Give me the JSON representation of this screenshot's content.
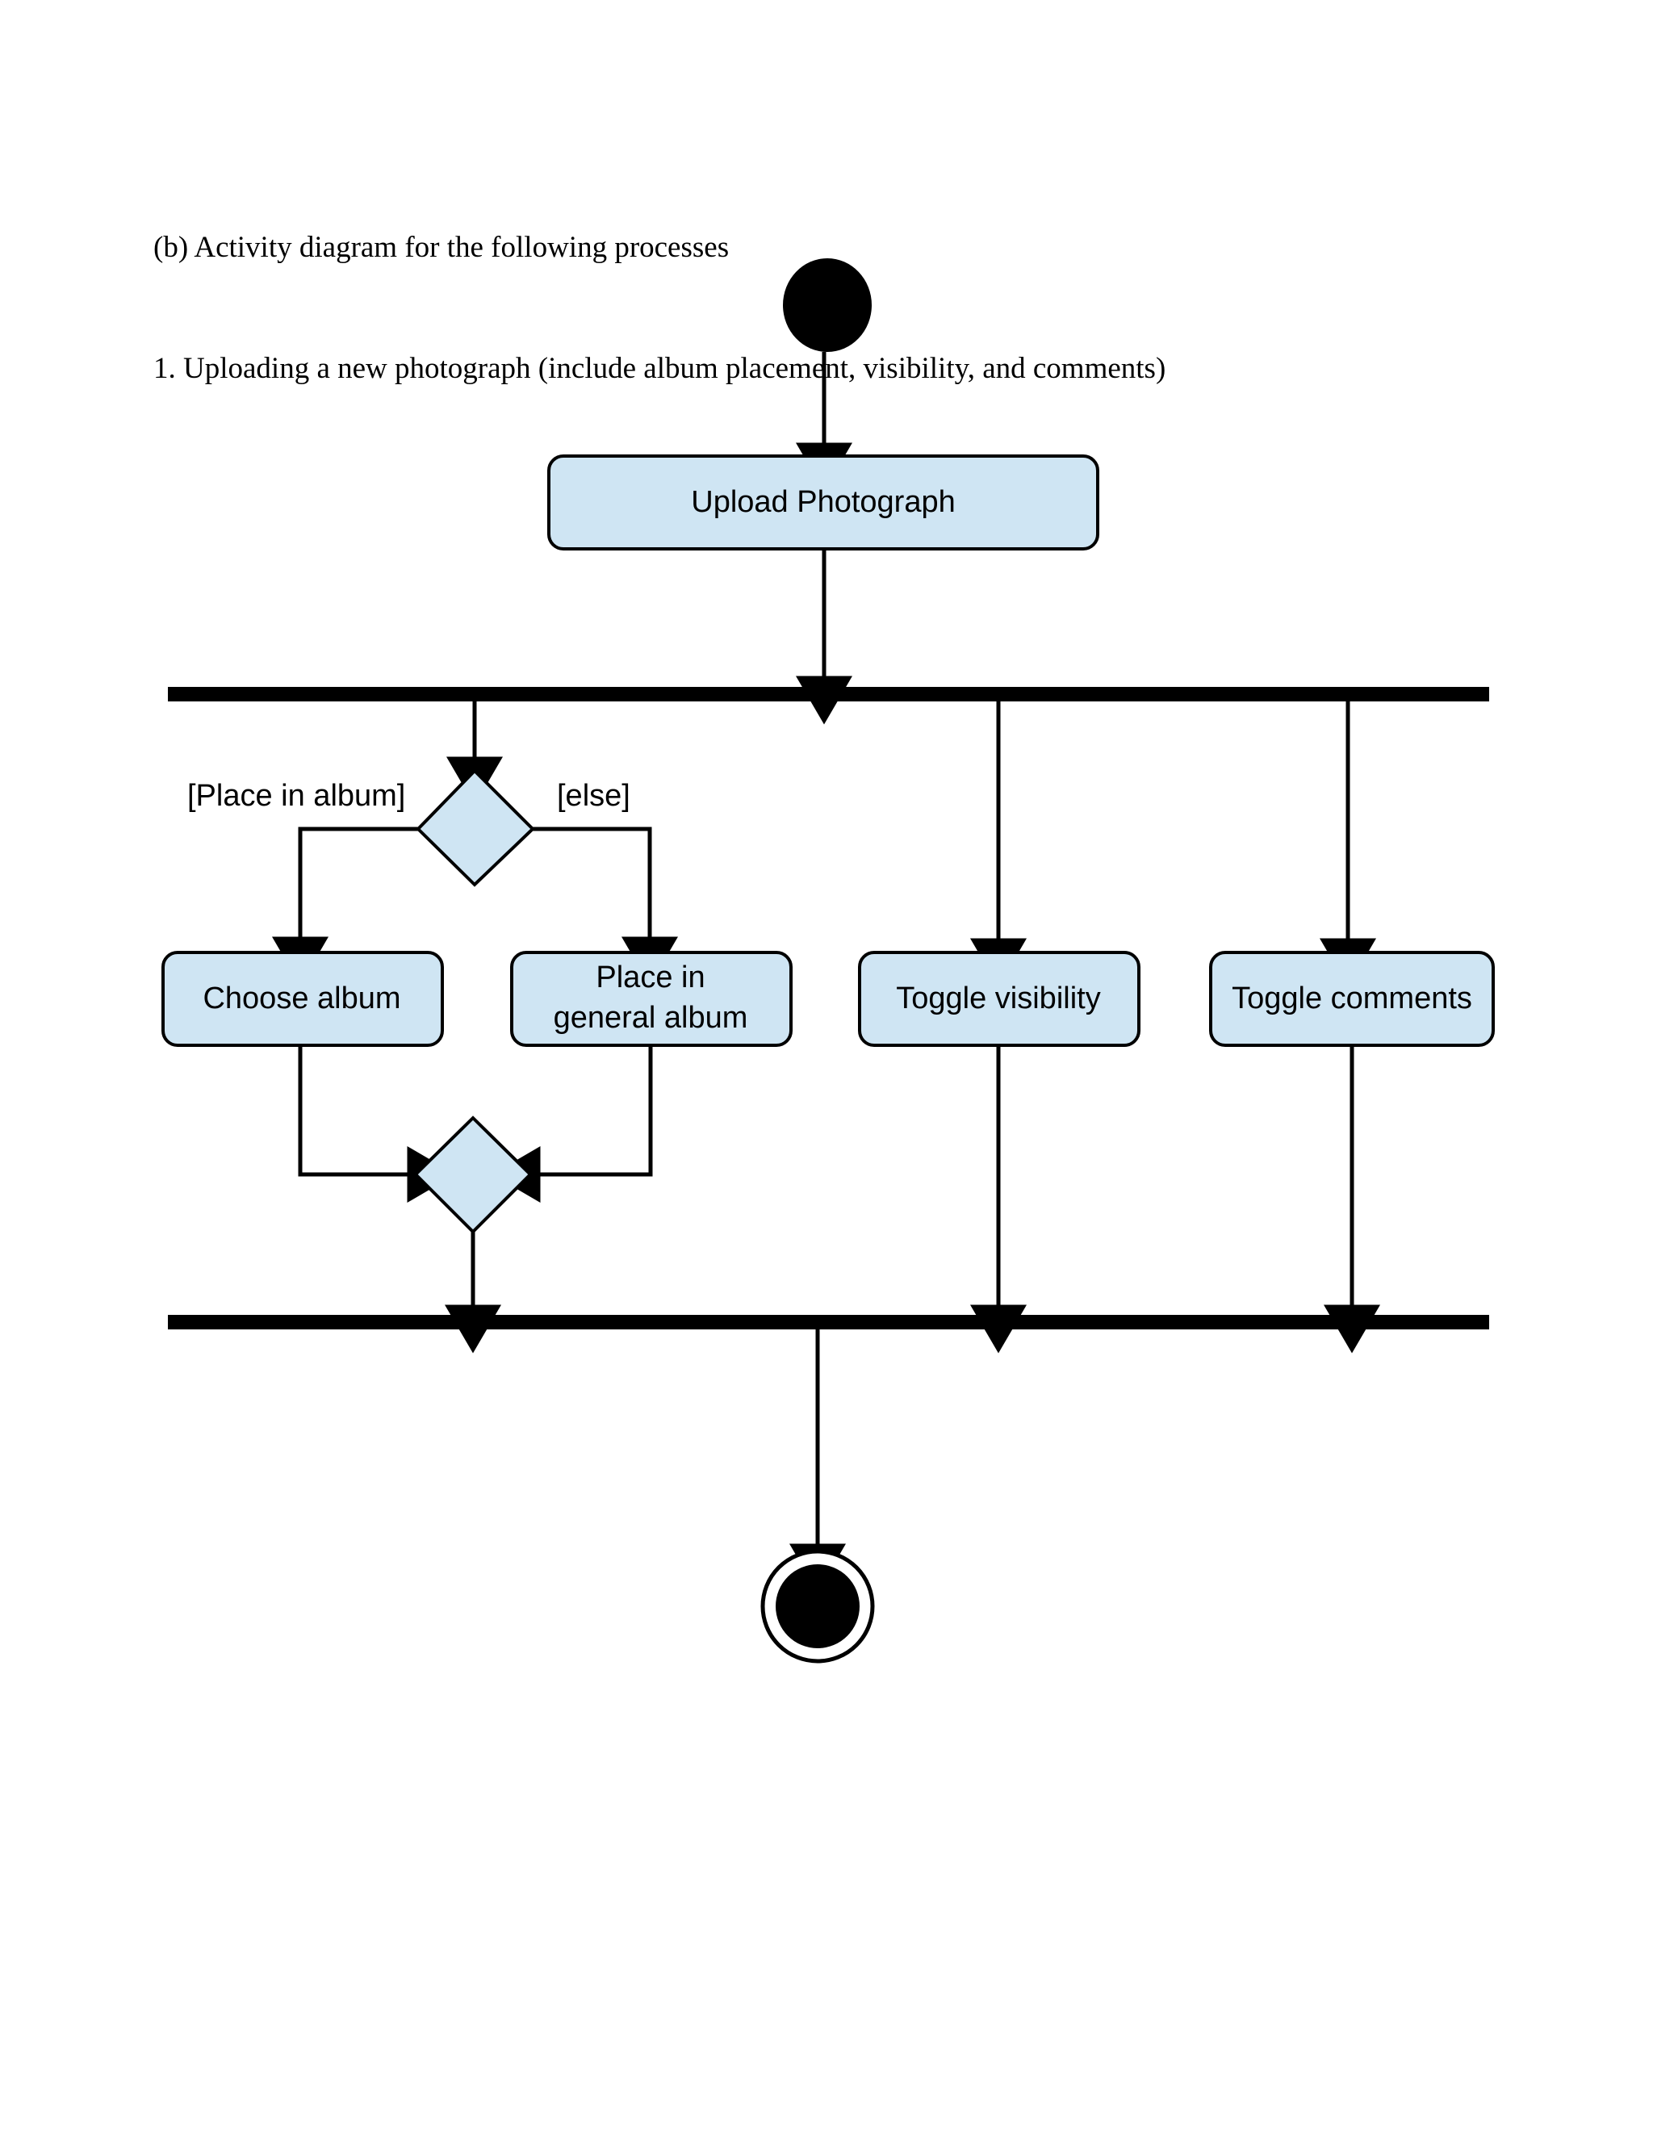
{
  "document": {
    "header_lines": [
      "(b) Activity diagram for the following processes",
      "1. Uploading a new photograph (include album placement, visibility, and comments)"
    ],
    "header_line_1": "(b) Activity diagram for the following processes",
    "header_line_2": "1. Uploading a new photograph (include album placement, visibility, and comments)"
  },
  "diagram": {
    "type": "uml-activity-diagram",
    "colors": {
      "node_fill": "#cfe5f3",
      "node_stroke": "#000000",
      "bar_fill": "#000000",
      "background": "#ffffff",
      "text": "#000000"
    },
    "nodes": {
      "initial": {
        "kind": "initial-node",
        "label": ""
      },
      "upload_photograph": {
        "kind": "action",
        "label": "Upload Photograph"
      },
      "fork": {
        "kind": "fork-bar",
        "label": ""
      },
      "decision": {
        "kind": "decision-node",
        "label": ""
      },
      "choose_album": {
        "kind": "action",
        "label": "Choose album"
      },
      "place_general_album": {
        "kind": "action",
        "label": "Place in general album",
        "line1": "Place in",
        "line2": "general album"
      },
      "toggle_visibility": {
        "kind": "action",
        "label": "Toggle visibility"
      },
      "toggle_comments": {
        "kind": "action",
        "label": "Toggle comments"
      },
      "merge": {
        "kind": "merge-node",
        "label": ""
      },
      "join": {
        "kind": "join-bar",
        "label": ""
      },
      "final": {
        "kind": "final-node",
        "label": ""
      }
    },
    "guards": {
      "place_in_album": "[Place in album]",
      "else": "[else]"
    },
    "edges": [
      {
        "from": "initial",
        "to": "upload_photograph",
        "guard": ""
      },
      {
        "from": "upload_photograph",
        "to": "fork",
        "guard": ""
      },
      {
        "from": "fork",
        "to": "decision",
        "guard": ""
      },
      {
        "from": "fork",
        "to": "toggle_visibility",
        "guard": ""
      },
      {
        "from": "fork",
        "to": "toggle_comments",
        "guard": ""
      },
      {
        "from": "decision",
        "to": "choose_album",
        "guard": "[Place in album]"
      },
      {
        "from": "decision",
        "to": "place_general_album",
        "guard": "[else]"
      },
      {
        "from": "choose_album",
        "to": "merge",
        "guard": ""
      },
      {
        "from": "place_general_album",
        "to": "merge",
        "guard": ""
      },
      {
        "from": "merge",
        "to": "join",
        "guard": ""
      },
      {
        "from": "toggle_visibility",
        "to": "join",
        "guard": ""
      },
      {
        "from": "toggle_comments",
        "to": "join",
        "guard": ""
      },
      {
        "from": "join",
        "to": "final",
        "guard": ""
      }
    ]
  }
}
